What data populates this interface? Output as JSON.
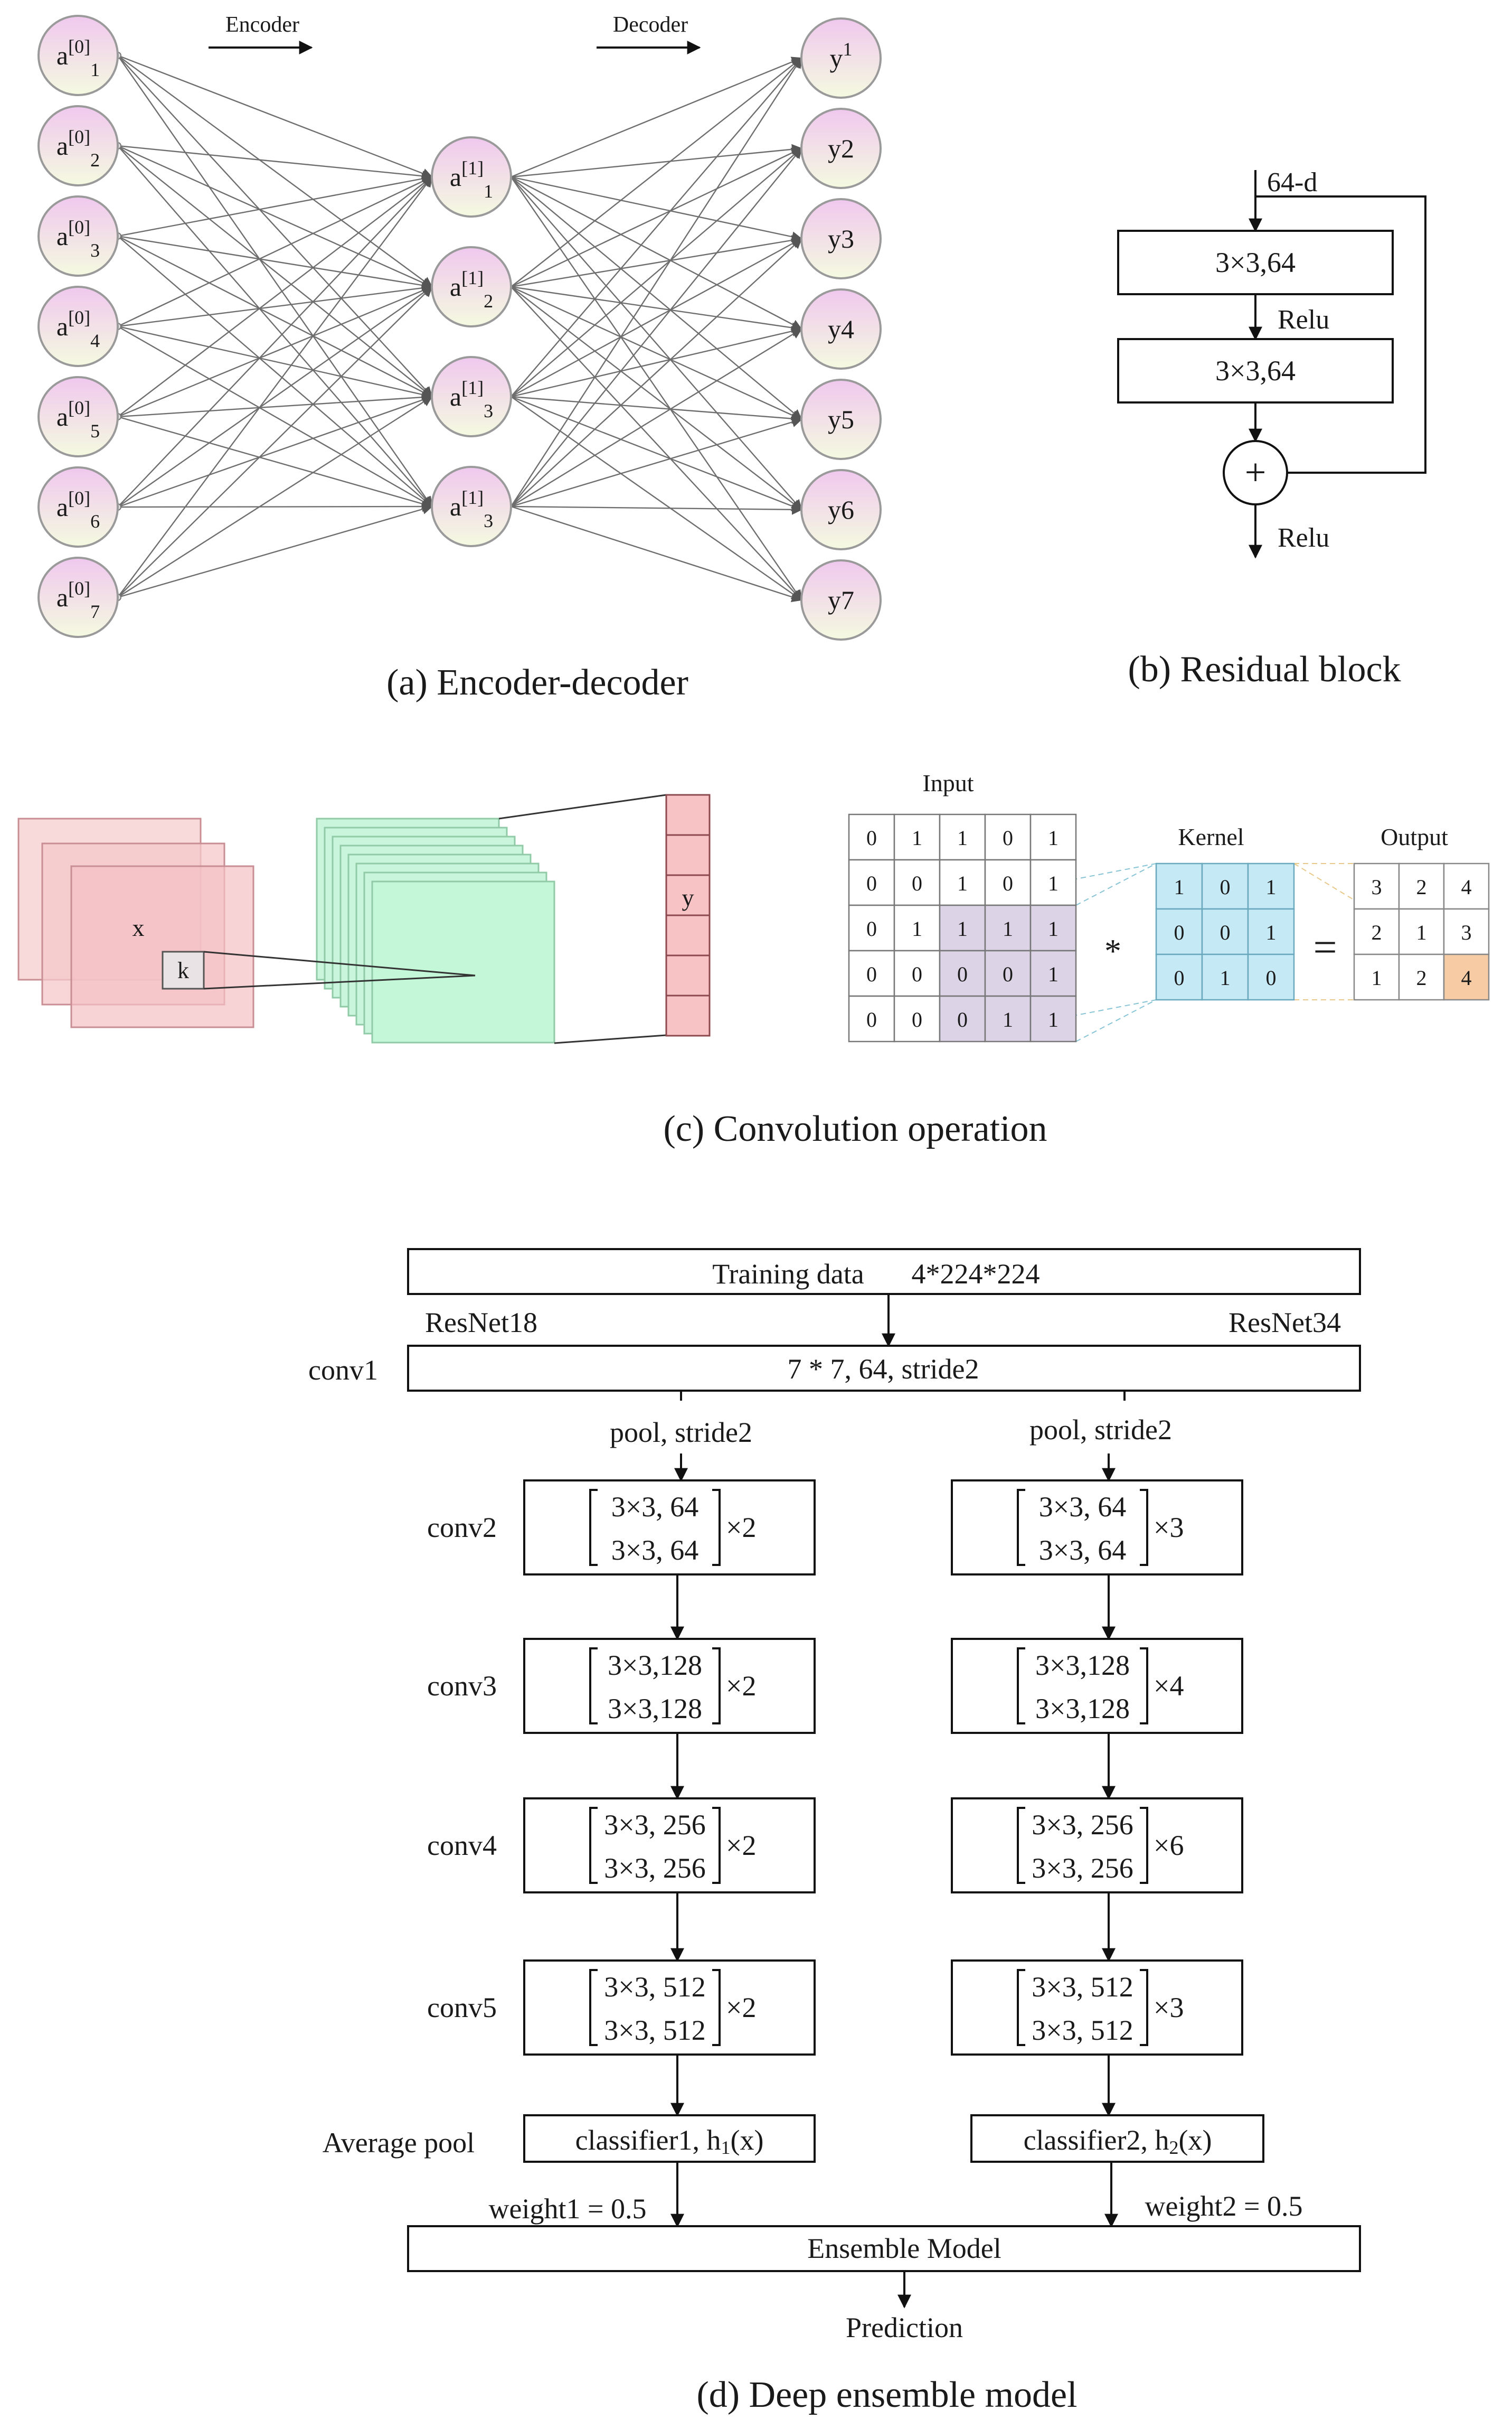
{
  "encoder_decoder": {
    "caption": "(a) Encoder-decoder",
    "encoder_label": "Encoder",
    "decoder_label": "Decoder",
    "input_nodes": [
      {
        "base": "a",
        "sup": "[0]",
        "sub": "1"
      },
      {
        "base": "a",
        "sup": "[0]",
        "sub": "2"
      },
      {
        "base": "a",
        "sup": "[0]",
        "sub": "3"
      },
      {
        "base": "a",
        "sup": "[0]",
        "sub": "4"
      },
      {
        "base": "a",
        "sup": "[0]",
        "sub": "5"
      },
      {
        "base": "a",
        "sup": "[0]",
        "sub": "6"
      },
      {
        "base": "a",
        "sup": "[0]",
        "sub": "7"
      }
    ],
    "hidden_nodes": [
      {
        "base": "a",
        "sup": "[1]",
        "sub": "1"
      },
      {
        "base": "a",
        "sup": "[1]",
        "sub": "2"
      },
      {
        "base": "a",
        "sup": "[1]",
        "sub": "3"
      },
      {
        "base": "a",
        "sup": "[1]",
        "sub": "3"
      }
    ],
    "output_nodes": [
      {
        "base": "y",
        "sup": "1",
        "sub": ""
      },
      {
        "base": "y2",
        "sup": "",
        "sub": ""
      },
      {
        "base": "y3",
        "sup": "",
        "sub": ""
      },
      {
        "base": "y4",
        "sup": "",
        "sub": ""
      },
      {
        "base": "y5",
        "sup": "",
        "sub": ""
      },
      {
        "base": "y6",
        "sup": "",
        "sub": ""
      },
      {
        "base": "y7",
        "sup": "",
        "sub": ""
      }
    ],
    "colors": {
      "node_fill_top": "#f0c8ee",
      "node_fill_bottom": "#f4fae0",
      "node_stroke": "#9a9a9a",
      "edge": "#6e6e6e"
    }
  },
  "residual_block": {
    "caption": "(b) Residual block",
    "input_label": "64-d",
    "layer1": "3×3,64",
    "activation1": "Relu",
    "layer2": "3×3,64",
    "add_symbol": "+",
    "activation2": "Relu"
  },
  "convolution": {
    "caption": "(c) Convolution operation",
    "x_label": "x",
    "k_label": "k",
    "y_label": "y",
    "input_title": "Input",
    "kernel_title": "Kernel",
    "output_title": "Output",
    "operator": "*",
    "equals": "=",
    "input_matrix": [
      [
        0,
        1,
        1,
        0,
        1
      ],
      [
        0,
        0,
        1,
        0,
        1
      ],
      [
        0,
        1,
        1,
        1,
        1
      ],
      [
        0,
        0,
        0,
        0,
        1
      ],
      [
        0,
        0,
        0,
        1,
        1
      ]
    ],
    "kernel_matrix": [
      [
        1,
        0,
        1
      ],
      [
        0,
        0,
        1
      ],
      [
        0,
        1,
        0
      ]
    ],
    "output_matrix": [
      [
        3,
        2,
        4
      ],
      [
        2,
        1,
        3
      ],
      [
        1,
        2,
        4
      ]
    ],
    "colors": {
      "pink_fill": "#f7d3d5",
      "pink_stroke": "#c88e93",
      "green_fill": "#c8f5dc",
      "green_stroke": "#90caa6",
      "window_fill": "#ddd3e6",
      "kernel_fill": "#c5e9f5",
      "highlight_fill": "#f7cba4",
      "y_fill": "#f7c3c5"
    }
  },
  "ensemble": {
    "caption": "(d) Deep ensemble model",
    "training_label": "Training data",
    "training_dims": "4*224*224",
    "left_net": "ResNet18",
    "right_net": "ResNet34",
    "conv1_label": "conv1",
    "conv1_spec": "7 * 7, 64, stride2",
    "left_pool": "pool, stride2",
    "right_pool": "pool, stride2",
    "stages": [
      {
        "label": "conv2",
        "rows": [
          "3×3, 64",
          "3×3, 64"
        ],
        "left_mult": "×2",
        "right_mult": "×3"
      },
      {
        "label": "conv3",
        "rows": [
          "3×3,128",
          "3×3,128"
        ],
        "left_mult": "×2",
        "right_mult": "×4"
      },
      {
        "label": "conv4",
        "rows": [
          "3×3, 256",
          "3×3, 256"
        ],
        "left_mult": "×2",
        "right_mult": "×6"
      },
      {
        "label": "conv5",
        "rows": [
          "3×3, 512",
          "3×3, 512"
        ],
        "left_mult": "×2",
        "right_mult": "×3"
      }
    ],
    "avgpool_label": "Average pool",
    "left_classifier": {
      "name": "classifier1, h",
      "sub": "1",
      "arg": "(x)"
    },
    "right_classifier": {
      "name": "classifier2, h",
      "sub": "2",
      "arg": "(x)"
    },
    "left_weight": "weight1 = 0.5",
    "right_weight": "weight2 = 0.5",
    "ensemble_label": "Ensemble Model",
    "prediction_label": "Prediction"
  }
}
